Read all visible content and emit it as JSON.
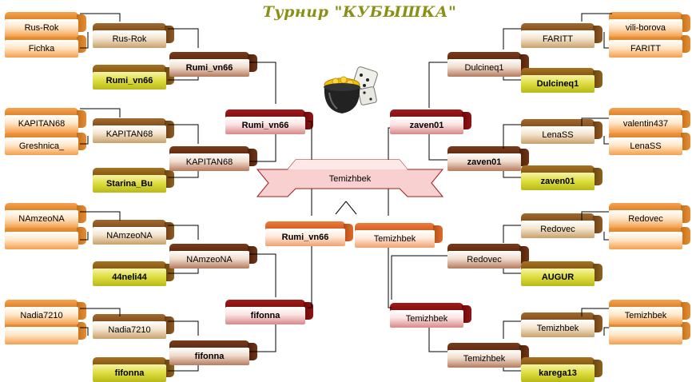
{
  "title": "Турнир \"КУБЫШКА\"",
  "center": {
    "champion": "Temizhbek"
  },
  "left": {
    "r1": [
      "Rus-Rok",
      "Fichka",
      "KAPITAN68",
      "Greshnica_",
      "NAmzeoNA",
      "",
      "Nadia7210",
      ""
    ],
    "r2": [
      "Rus-Rok",
      "Rumi_vn66",
      "KAPITAN68",
      "Starina_Bu",
      "NAmzeoNA",
      "44neli44",
      "Nadia7210",
      "fifonna"
    ],
    "r3": [
      "Rumi_vn66",
      "KAPITAN68",
      "NAmzeoNA",
      "fifonna"
    ],
    "r4": [
      "Rumi_vn66",
      "fifonna"
    ],
    "semi": "Rumi_vn66"
  },
  "right": {
    "r1": [
      "vili-borova",
      "FARITT",
      "valentin437",
      "LenaSS",
      "Redovec",
      "",
      "Temizhbek",
      ""
    ],
    "r2": [
      "FARITT",
      "Dulcineq1",
      "LenaSS",
      "zaven01",
      "Redovec",
      "AUGUR",
      "Temizhbek",
      "karega13"
    ],
    "r3": [
      "Dulcineq1",
      "zaven01",
      "Redovec",
      "Temizhbek"
    ],
    "r4": [
      "zaven01",
      "Temizhbek"
    ],
    "semi": "Temizhbek"
  },
  "colors": {
    "title": "#8a8f16",
    "orange": "#f4a04c",
    "brown": "#7a4a1a",
    "red": "#a11b1b",
    "yellow": "#dcdc3c",
    "line": "#000000"
  },
  "icons": {
    "center": "gold-pot-with-dice-icon"
  }
}
